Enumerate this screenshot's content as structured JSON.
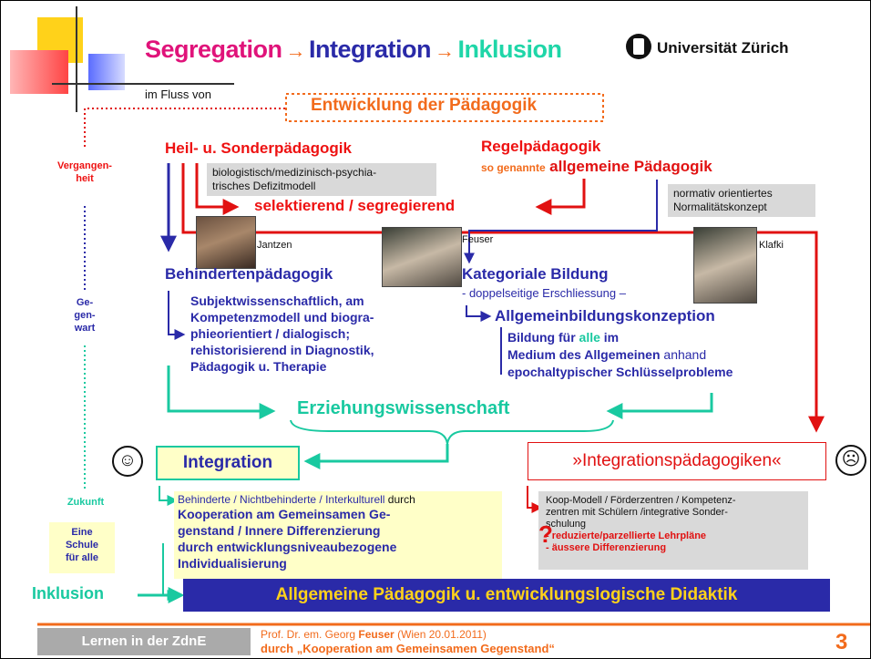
{
  "title": {
    "segregation": "Segregation",
    "integration": "Integration",
    "inklusion": "Inklusion",
    "arrow": "→"
  },
  "university": "Universität Zürich",
  "flow": {
    "prefix": "im Fluss von",
    "heading": "Entwicklung der Pädagogik"
  },
  "timeline": {
    "past": "Vergangen-\nheit",
    "present": "Ge-\ngen-\nwart",
    "future": "Zukunft",
    "school": "Eine\nSchule\nfür alle",
    "inclusion": "Inklusion"
  },
  "left_top": {
    "title": "Heil- u. Sonderpädagogik",
    "note": "biologistisch/medizinisch-psychia-\ntrisches Defizitmodell"
  },
  "right_top": {
    "title": "Regelpädagogik",
    "sub_prefix": "so genannte",
    "sub_main": "allgemeine Pädagogik",
    "note": "normativ orientiertes\nNormalitätskonzept"
  },
  "segregating": "selektierend / segregierend",
  "people": {
    "jantzen": "Jantzen",
    "feuser": "Feuser",
    "klafki": "Klafki"
  },
  "disability_pedagogy": {
    "title": "Behindertenpädagogik",
    "body": "Subjektwissenschaftlich, am\nKompetenzmodell und biogra-\nphieorientiert / dialogisch;\nrehistorisierend in Diagnostik,\nPädagogik u. Therapie"
  },
  "categorial": {
    "title": "Kategoriale Bildung",
    "sub": "- doppelseitige Erschliessung –",
    "concept": "Allgemeinbildungskonzeption",
    "line1_a": "Bildung für ",
    "line1_b": "alle",
    "line1_c": " im",
    "line2_a": "Medium des Allgemeinen",
    "line2_b": " anhand",
    "line3": "epochaltypischer Schlüsselprobleme"
  },
  "education_science": "Erziehungswissenschaft",
  "integration_box": "Integration",
  "integration_pedagogies": "»Integrationspädagogiken«",
  "smiley_happy": "☺",
  "smiley_sad": "☹",
  "integration_desc": {
    "line1_a": "Behinderte / Nichtbehinderte / Interkulturell",
    "line1_b": " durch",
    "rest": "Kooperation am Gemeinsamen Ge-\ngenstand / Innere Differenzierung\ndurch entwicklungsniveaubezogene\nIndividualisierung"
  },
  "models": {
    "text": "Koop-Modell / Förderzentren / Kompetenz-\nzentren mit Schülern /integrative Sonder-\nschulung",
    "bullet1": "-  reduzierte/parzellierte Lehrpläne",
    "bullet2": "-  äussere Differenzierung",
    "question": "?"
  },
  "general_pedagogy": "Allgemeine Pädagogik u. entwicklungslogische Didaktik",
  "footer": {
    "left": "Lernen in der ZdnE",
    "author_a": "Prof. Dr. em. Georg ",
    "author_b": "Feuser",
    "author_c": "  (Wien 20.01.2011)",
    "line2": "durch „Kooperation am Gemeinsamen Gegenstand“",
    "page": "3"
  },
  "colors": {
    "red": "#e11111",
    "blue": "#2a2aa8",
    "green": "#19c9a0",
    "magenta": "#e0137a",
    "orange": "#f26b1c",
    "yellow_box": "#ffffc8",
    "navy": "#2a2aa8"
  }
}
